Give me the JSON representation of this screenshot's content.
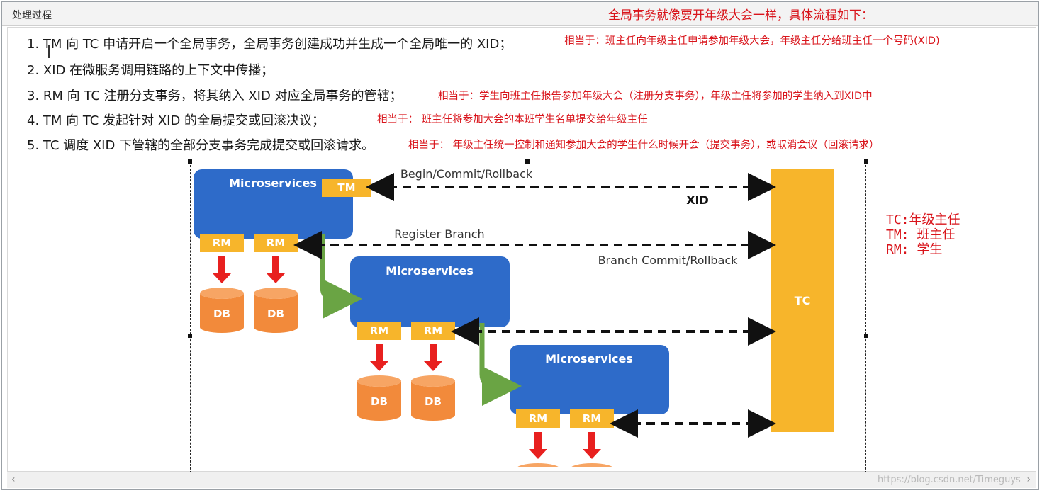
{
  "pane": {
    "title": "处理过程"
  },
  "header_note": "全局事务就像要开年级大会一样，具体流程如下：",
  "steps": [
    {
      "text": "1.  TM 向 TC 申请开启一个全局事务，全局事务创建成功并生成一个全局唯一的 XID；",
      "note": "相当于：班主任向年级主任申请参加年级大会，年级主任分给班主任一个号码(XID)"
    },
    {
      "text": "2.  XID 在微服务调用链路的上下文中传播；",
      "note": ""
    },
    {
      "text": "3.  RM 向 TC 注册分支事务，将其纳入 XID 对应全局事务的管辖；",
      "note": "相当于：学生向班主任报告参加年级大会（注册分支事务），年级主任将参加的学生纳入到XID中"
    },
    {
      "text": "4.  TM 向 TC 发起针对 XID 的全局提交或回滚决议；",
      "note": "相当于：  班主任将参加大会的本班学生名单提交给年级主任"
    },
    {
      "text": "5.  TC 调度 XID 下管辖的全部分支事务完成提交或回滚请求。",
      "note": "相当于：  年级主任统一控制和通知参加大会的学生什么时候开会（提交事务），或取消会议（回滚请求）"
    }
  ],
  "legend": [
    "TC:年级主任",
    "TM: 班主任",
    "RM: 学生"
  ],
  "diagram": {
    "microservices_label": "Microservices",
    "tm_label": "TM",
    "rm_label": "RM",
    "db_label": "DB",
    "tc_label": "TC",
    "arrow_begin": "Begin/Commit/Rollback",
    "arrow_xid": "XID",
    "arrow_register": "Register Branch",
    "arrow_branch": "Branch Commit/Rollback"
  },
  "watermark": "https://blog.csdn.net/Timeguys",
  "colors": {
    "red": "#d9141b",
    "blue": "#2e6bc9",
    "yellow": "#f7b52b",
    "orange": "#f28a3b",
    "green": "#6aa444",
    "arrow_red": "#e8201f"
  }
}
